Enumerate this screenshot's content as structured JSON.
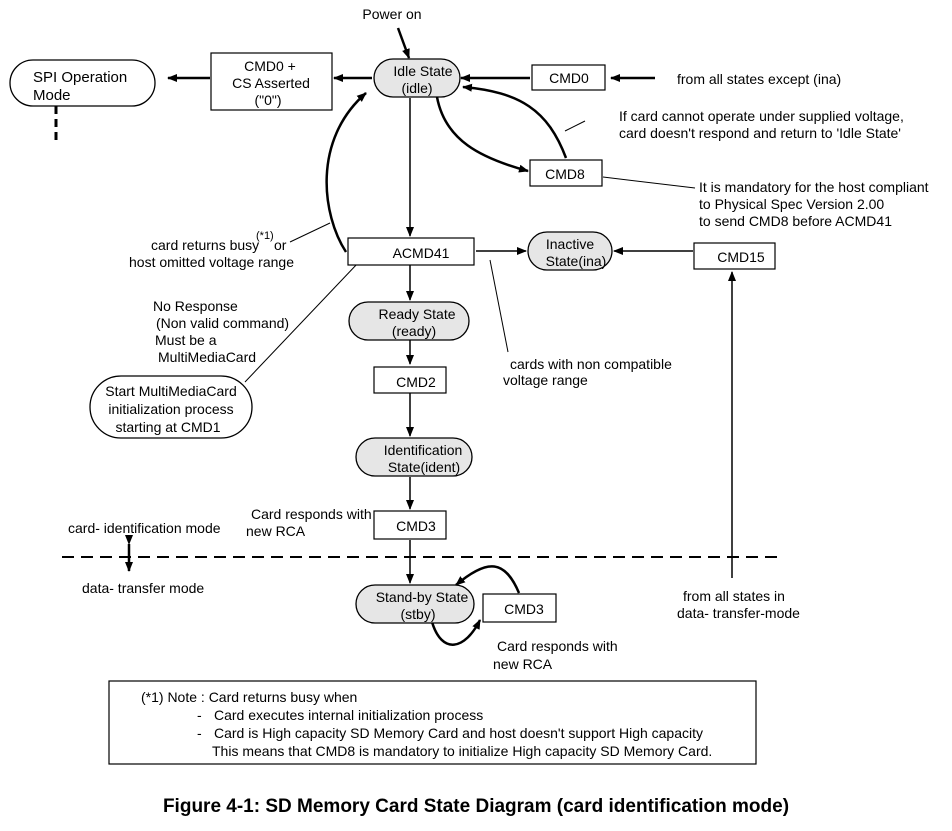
{
  "states": {
    "idle": [
      "Idle State",
      "(idle)"
    ],
    "ready": [
      "Ready State",
      "(ready)"
    ],
    "ident": [
      "Identification",
      "State(ident)"
    ],
    "stby": [
      "Stand-by State",
      "(stby)"
    ],
    "inactive": [
      "Inactive",
      "State(ina)"
    ],
    "spi": [
      "SPI Operation",
      "Mode"
    ],
    "mmc": [
      "Start MultiMediaCard",
      "initialization process",
      "starting at CMD1"
    ]
  },
  "commands": {
    "cmd0_cs": [
      "CMD0 +",
      "CS Asserted",
      "(\"0\")"
    ],
    "cmd0": "CMD0",
    "cmd8": "CMD8",
    "acmd41": "ACMD41",
    "cmd15": "CMD15",
    "cmd2": "CMD2",
    "cmd3": "CMD3",
    "cmd3_stby": "CMD3"
  },
  "labels": {
    "power_on": "Power on",
    "from_all_except": "from all states except (ina)",
    "cannot_operate": [
      "If card cannot operate under supplied voltage,",
      "card doesn't respond and return to 'Idle State'"
    ],
    "mandatory": [
      "It is mandatory for the host compliant",
      "to Physical Spec Version 2.00",
      "to send CMD8 before ACMD41"
    ],
    "busy_footnote": "(*1)",
    "busy_line1": "card returns busy",
    "busy_or": "or",
    "busy_line2": "host omitted voltage range",
    "no_response": [
      "No Response",
      "(Non valid command)",
      "Must be a",
      "MultiMediaCard"
    ],
    "non_compat": [
      "cards with non compatible",
      "voltage range"
    ],
    "rca1": [
      "Card responds with",
      "new RCA"
    ],
    "rca2": [
      "Card responds with",
      "new RCA"
    ],
    "mode_ident": "card- identification mode",
    "mode_transfer": "data- transfer mode",
    "from_transfer": [
      "from all states in",
      "data- transfer-mode"
    ]
  },
  "note": {
    "title": "(*1) Note : Card returns busy when",
    "bullet_mark": "-",
    "bullet1": "Card executes internal initialization process",
    "bullet2": "Card is High capacity SD Memory Card and host doesn't support High capacity",
    "bullet2_cont": "This means that CMD8 is mandatory to initialize High capacity SD Memory Card."
  },
  "caption": "Figure 4-1: SD Memory Card State Diagram (card identification mode)",
  "colors": {
    "state_fill": "#e6e6e6",
    "stroke": "#000000",
    "background": "#ffffff"
  }
}
